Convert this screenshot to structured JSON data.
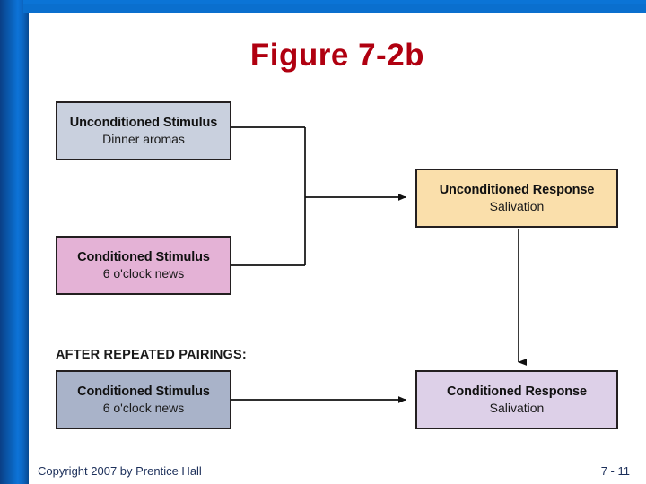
{
  "slide": {
    "title": "Figure 7-2b",
    "title_color": "#b00010",
    "accent_color": "#0a6fce",
    "background": "#ffffff"
  },
  "diagram": {
    "type": "classical-conditioning-flow",
    "section_caption": "AFTER REPEATED PAIRINGS:",
    "nodes": [
      {
        "id": "unconditioned-stimulus",
        "title": "Unconditioned Stimulus",
        "subtitle": "Dinner aromas",
        "fill": "#c9d0de",
        "border": "#231f20"
      },
      {
        "id": "conditioned-stimulus-top",
        "title": "Conditioned Stimulus",
        "subtitle": "6 o'clock news",
        "fill": "#e4b2d6",
        "border": "#231f20"
      },
      {
        "id": "conditioned-stimulus-bottom",
        "title": "Conditioned Stimulus",
        "subtitle": "6 o'clock news",
        "fill": "#a9b3c9",
        "border": "#231f20"
      },
      {
        "id": "unconditioned-response",
        "title": "Unconditioned Response",
        "subtitle": "Salivation",
        "fill": "#fadfab",
        "border": "#231f20"
      },
      {
        "id": "conditioned-response",
        "title": "Conditioned Response",
        "subtitle": "Salivation",
        "fill": "#ddd0e8",
        "border": "#231f20"
      }
    ],
    "connectors": [
      {
        "id": "pairing-bracket-to-ur",
        "from": [
          "unconditioned-stimulus",
          "conditioned-stimulus-top"
        ],
        "to": "unconditioned-response",
        "style": "bracket-arrow"
      },
      {
        "id": "ur-to-cr",
        "from": "unconditioned-response",
        "to": "conditioned-response",
        "style": "vertical-arrow"
      },
      {
        "id": "cs-to-cr",
        "from": "conditioned-stimulus-bottom",
        "to": "conditioned-response",
        "style": "horizontal-arrow"
      }
    ]
  },
  "footer": {
    "copyright": "Copyright 2007 by Prentice Hall",
    "page_number": "7 - 11"
  }
}
